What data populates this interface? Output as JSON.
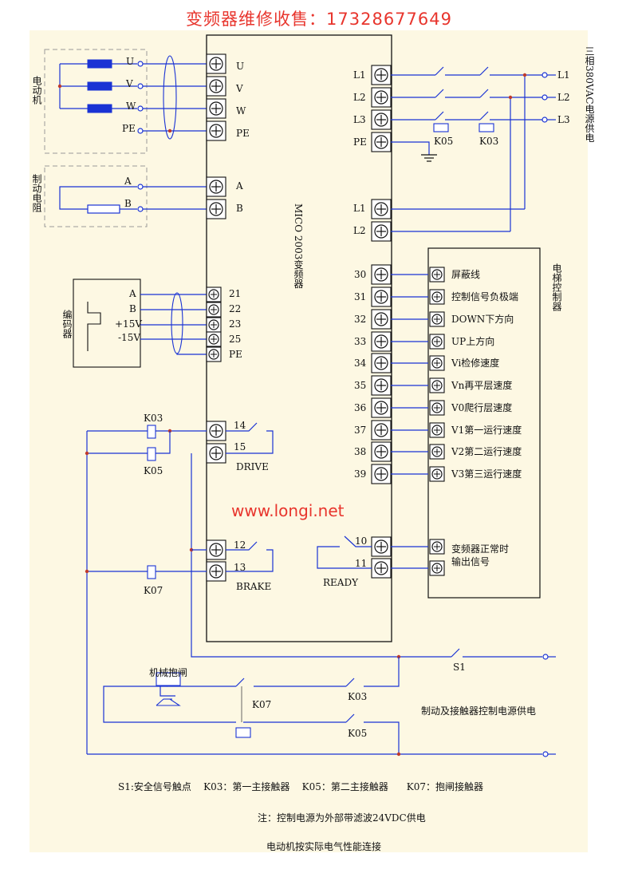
{
  "header": "变频器维修收售：17328677649",
  "watermark": "www.longi.net",
  "colors": {
    "panel": "#fdf8e3",
    "line": "#1a33d4",
    "text": "#111111",
    "header": "#e8352d",
    "coil": "#1a33d4",
    "dash": "#9a9a9a"
  },
  "blocks": {
    "inverter": "MICO 2003变频器",
    "motor": "电动机",
    "brake_resistor": "制动电阻",
    "encoder": "编码器",
    "elevator_controller": "电梯控制器",
    "power_supply": "三相380VAC电源供电",
    "mech_brake": "机械抱闸",
    "ctrl_power": "制动及接触器控制电源供电"
  },
  "terminals": {
    "motor_left": [
      "U",
      "V",
      "W",
      "PE"
    ],
    "motor_inv": [
      "U",
      "V",
      "W",
      "PE"
    ],
    "resistor_left": [
      "A",
      "B"
    ],
    "resistor_inv": [
      "A",
      "B"
    ],
    "encoder_left": [
      "A",
      "B",
      "+15V",
      "-15V"
    ],
    "encoder_inv": [
      "21",
      "22",
      "23",
      "25",
      "PE"
    ],
    "drive_nums": [
      "14",
      "15"
    ],
    "drive_label": "DRIVE",
    "brake_nums": [
      "12",
      "13"
    ],
    "brake_label": "BRAKE",
    "power_inv_top": [
      "L1",
      "L2",
      "L3",
      "PE"
    ],
    "power_inv_mid": [
      "L1",
      "L2"
    ],
    "power_right": [
      "L1",
      "L2",
      "L3"
    ],
    "ctrl_nums": [
      "30",
      "31",
      "32",
      "33",
      "34",
      "35",
      "36",
      "37",
      "38",
      "39"
    ],
    "ctrl_labels": [
      "屏蔽线",
      "控制信号负极端",
      "DOWN下方向",
      "UP上方向",
      "Vi检修速度",
      "Vn再平层速度",
      "V0爬行层速度",
      "V1第一运行速度",
      "V2第二运行速度",
      "V3第三运行速度"
    ],
    "ready_nums": [
      "10",
      "11"
    ],
    "ready_label": "READY",
    "ready_out": "变频器正常时\n输出信号"
  },
  "components": {
    "k05_top": "K05",
    "k03_top": "K03",
    "k03_left": "K03",
    "k05_left": "K05",
    "k07_left": "K07",
    "s1": "S1",
    "k03_bottom": "K03",
    "k07_bottom": "K07",
    "k05_bottom": "K05"
  },
  "notes": {
    "legend": "S1:安全信号触点    K03：第一主接触器    K05：第二主接触器      K07：抱闸接触器",
    "note1": "注：控制电源为外部带滤波24VDC供电",
    "note2": "电动机按实际电气性能连接"
  }
}
